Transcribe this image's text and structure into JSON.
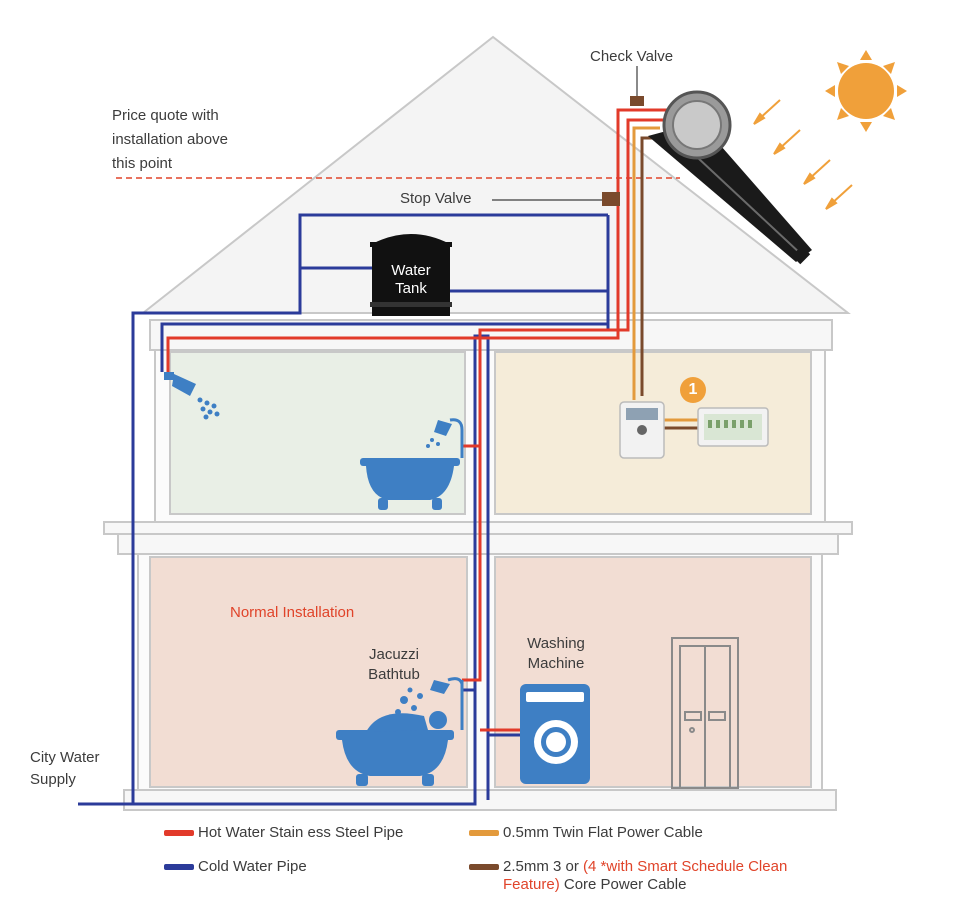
{
  "labels": {
    "check_valve": "Check Valve",
    "price_quote": [
      "Price quote with",
      "installation above",
      "this point"
    ],
    "stop_valve": "Stop Valve",
    "water_tank": [
      "Water",
      "Tank"
    ],
    "normal_installation": "Normal Installation",
    "jacuzzi": [
      "Jacuzzi",
      "Bathtub"
    ],
    "washing_machine": [
      "Washing",
      "Machine"
    ],
    "city_water": [
      "City Water",
      "Supply"
    ],
    "controller_badge": "1"
  },
  "legend": {
    "hot_pipe": "Hot Water Stain ess Steel Pipe",
    "cold_pipe": "Cold Water Pipe",
    "power_cable_05": "0.5mm Twin Flat Power Cable",
    "power_cable_25_prefix": "2.5mm 3 or",
    "power_cable_25_highlight": "(4 *with Smart Schedule Clean Feature)",
    "power_cable_25_suffix": "Core Power Cable"
  },
  "colors": {
    "hot_pipe": "#e23a2a",
    "cold_pipe": "#2b3b9a",
    "thin_cable": "#e39a3c",
    "core_cable": "#7a4a2c",
    "accent_red_text": "#e0442a",
    "sun": "#f0a03a",
    "upper_right_room": "#f5ecd9",
    "upper_left_room": "#e9efe6",
    "ground_rooms": "#f2ddd3",
    "fixture_blue": "#3e7fc4"
  },
  "icons": [
    "sun-icon",
    "shower-icon",
    "bathtub-icon",
    "jacuzzi-icon",
    "washing-machine-icon",
    "door-icon",
    "water-tank-icon",
    "solar-heater-icon",
    "controller-icon",
    "breaker-panel-icon"
  ]
}
